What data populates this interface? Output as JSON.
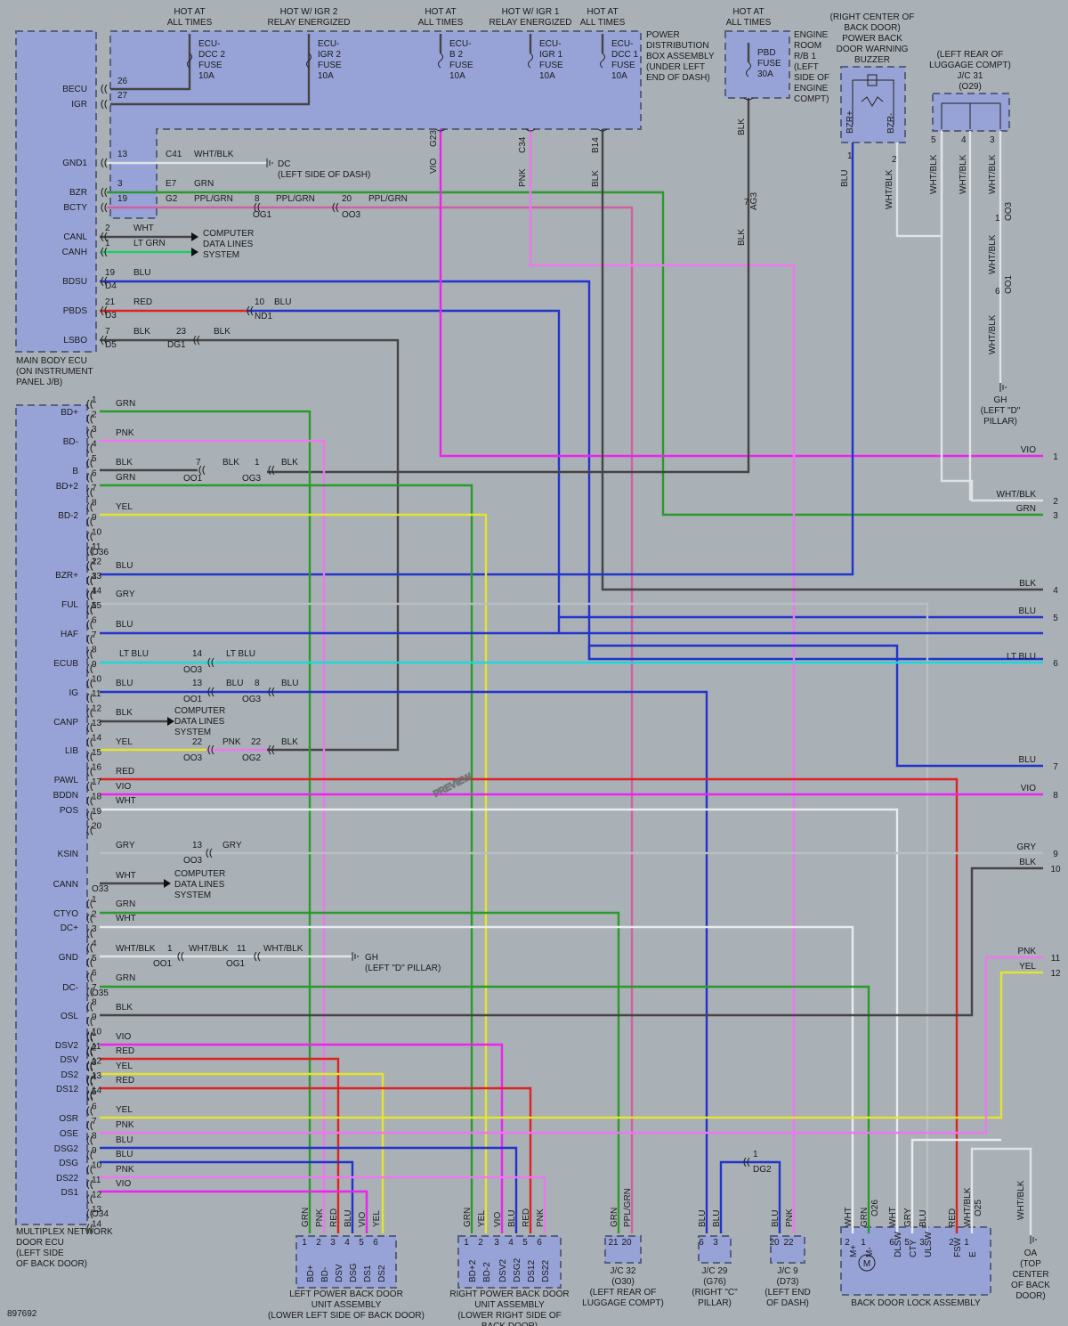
{
  "colors": {
    "GRN": "#2a9a2a",
    "PNK": "#ee77ee",
    "BLK": "#444444",
    "YEL": "#e4e430",
    "BLU": "#1c3ed4",
    "GRY": "#b9bec2",
    "LT BLU": "#1ed8d8",
    "RED": "#dd2222",
    "VIO": "#ee22ee",
    "WHT": "#e8ecee",
    "WHT/BLK": "#dfe3e6",
    "PPL/GRN": "#d060a0",
    "LT GRN": "#22cc66",
    "BLU-DARK": "#2233cc"
  },
  "power_headers": [
    {
      "line1": "HOT AT",
      "line2": "ALL TIMES"
    },
    {
      "line1": "HOT W/ IGR 2",
      "line2": "RELAY ENERGIZED"
    },
    {
      "line1": "HOT AT",
      "line2": "ALL TIMES"
    },
    {
      "line1": "HOT W/ IGR 1",
      "line2": "RELAY ENERGIZED"
    },
    {
      "line1": "HOT AT",
      "line2": "ALL TIMES"
    },
    {
      "line1": "HOT AT",
      "line2": "ALL TIMES"
    }
  ],
  "fuses": [
    {
      "lines": [
        "ECU-",
        "DCC 2",
        "FUSE",
        "10A"
      ]
    },
    {
      "lines": [
        "ECU-",
        "IGR 2",
        "FUSE",
        "10A"
      ]
    },
    {
      "lines": [
        "ECU-",
        "B 2",
        "FUSE",
        "10A"
      ]
    },
    {
      "lines": [
        "ECU-",
        "IGR 1",
        "FUSE",
        "10A"
      ]
    },
    {
      "lines": [
        "ECU-",
        "DCC 1",
        "FUSE",
        "10A"
      ]
    },
    {
      "lines": [
        "PBD",
        "FUSE",
        "30A"
      ]
    }
  ],
  "pdb_label": [
    "POWER",
    "DISTRIBUTION",
    "BOX ASSEMBLY",
    "(UNDER LEFT",
    "END OF DASH)"
  ],
  "engine_room_label": [
    "ENGINE",
    "ROOM",
    "R/B 1",
    "(LEFT",
    "SIDE OF",
    "ENGINE",
    "COMPT)"
  ],
  "buzzer_label": [
    "(RIGHT CENTER OF",
    "BACK DOOR)",
    "POWER BACK",
    "DOOR WARNING",
    "BUZZER"
  ],
  "jc31_label": [
    "(LEFT REAR OF",
    "LUGGAGE COMPT)",
    "J/C 31",
    "(O29)"
  ],
  "gh_label": [
    "GH",
    "(LEFT \"D\"",
    "PILLAR)"
  ],
  "main_ecu_label": [
    "MAIN BODY ECU",
    "(ON INSTRUMENT",
    "PANEL J/B)"
  ],
  "main_ecu_pins": [
    "BECU",
    "IGR",
    "GND1",
    "BZR",
    "BCTY",
    "CANL",
    "CANH",
    "BDSU",
    "PBDS",
    "LSBO"
  ],
  "mpx_label": [
    "MULTIPLEX NETWORK",
    "DOOR ECU",
    "(LEFT SIDE",
    "OF BACK DOOR)"
  ],
  "mpx_pins": [
    "BD+",
    "BD-",
    "B",
    "BD+2",
    "BD-2",
    "BZR+",
    "FUL",
    "HAF",
    "ECUB",
    "IG",
    "CANP",
    "LIB",
    "PAWL",
    "BDDN",
    "POS",
    "KSIN",
    "CANN",
    "CTYO",
    "DC+",
    "GND",
    "DC-",
    "OSL",
    "DSV2",
    "DSV",
    "DS2",
    "DS12",
    "OSR",
    "OSE",
    "DSG2",
    "DSG",
    "DS22",
    "DS1"
  ],
  "texts": {
    "pwr_label_top": "HOT AT",
    "c41": "C41",
    "wht_blk": "WHT/BLK",
    "dc": "DC",
    "dc_loc": "(LEFT SIDE OF DASH)",
    "e7": "E7",
    "grn": "GRN",
    "g2": "G2",
    "ppl_grn": "PPL/GRN",
    "og1": "OG1",
    "oo3": "OO3",
    "wht": "WHT",
    "lt_grn": "LT GRN",
    "cdls1": "COMPUTER",
    "cdls2": "DATA LINES",
    "cdls3": "SYSTEM",
    "blu": "BLU",
    "d4": "D4",
    "red": "RED",
    "d3": "D3",
    "nd1": "ND1",
    "blk": "BLK",
    "d5": "D5",
    "dg1": "DG1",
    "pnk": "PNK",
    "oo1": "OO1",
    "og3": "OG3",
    "yel": "YEL",
    "o36": "O36",
    "gry": "GRY",
    "lt_blu": "LT BLU",
    "og2": "OG2",
    "vio": "VIO",
    "o33": "O33",
    "gh": "GH",
    "gh_loc": "(LEFT \"D\" PILLAR)",
    "o35": "O35",
    "o34": "O34",
    "g23": "G23",
    "c34": "C34",
    "b14": "B14",
    "ag3": "AG3",
    "bzr_p": "BZR+",
    "bzr_m": "BZR-",
    "o03": "OO3",
    "o01": "OO1",
    "dg2": "DG2",
    "o26": "O26",
    "o25": "O25",
    "doc_id": "897692",
    "watermark": "PREVIEW"
  },
  "right_outputs": [
    {
      "num": "1",
      "label": "VIO"
    },
    {
      "num": "2",
      "label": "WHT/BLK"
    },
    {
      "num": "3",
      "label": "GRN"
    },
    {
      "num": "4",
      "label": "BLK"
    },
    {
      "num": "5",
      "label": "BLU"
    },
    {
      "num": "6",
      "label": "LT BLU"
    },
    {
      "num": "7",
      "label": "BLU"
    },
    {
      "num": "8",
      "label": "VIO"
    },
    {
      "num": "9",
      "label": "GRY"
    },
    {
      "num": "10",
      "label": "BLK"
    },
    {
      "num": "11",
      "label": "PNK"
    },
    {
      "num": "12",
      "label": "YEL"
    }
  ],
  "bottom_components": [
    {
      "pins": [
        "BD+",
        "BD-",
        "DSV",
        "DSG",
        "DS1",
        "DS2"
      ],
      "nums": [
        "1",
        "2",
        "3",
        "4",
        "5",
        "6"
      ],
      "wires": [
        "GRN",
        "PNK",
        "RED",
        "BLU",
        "VIO",
        "YEL"
      ],
      "label": [
        "LEFT POWER BACK DOOR",
        "UNIT ASSEMBLY",
        "(LOWER LEFT SIDE OF BACK DOOR)"
      ]
    },
    {
      "pins": [
        "BD+2",
        "BD-2",
        "DSV2",
        "DSG2",
        "DS12",
        "DS22"
      ],
      "nums": [
        "1",
        "2",
        "3",
        "4",
        "5",
        "6"
      ],
      "wires": [
        "GRN",
        "YEL",
        "VIO",
        "BLU",
        "RED",
        "PNK"
      ],
      "label": [
        "RIGHT POWER BACK DOOR",
        "UNIT ASSEMBLY",
        "(LOWER RIGHT SIDE OF",
        "BACK DOOR)"
      ]
    },
    {
      "pins": [],
      "nums": [
        "21",
        "20"
      ],
      "wires": [
        "GRN",
        "PPL/GRN"
      ],
      "label": [
        "J/C 32",
        "(O30)",
        "(LEFT REAR OF",
        "LUGGAGE COMPT)"
      ]
    },
    {
      "pins": [],
      "nums": [
        "6",
        "3"
      ],
      "wires": [
        "BLU",
        "BLU"
      ],
      "label": [
        "J/C 29",
        "(G76)",
        "(RIGHT \"C\"",
        "PILLAR)"
      ]
    },
    {
      "pins": [],
      "nums": [
        "20",
        "22"
      ],
      "wires": [
        "BLU",
        "PNK"
      ],
      "label": [
        "J/C 9",
        "(D73)",
        "(LEFT END",
        "OF DASH)"
      ]
    },
    {
      "pins": [
        "M+",
        "M-",
        "DLSW",
        "CTY",
        "ULSW",
        "FSW",
        "E"
      ],
      "nums": [
        "2",
        "1",
        "6",
        "5",
        "3",
        "2",
        "1"
      ],
      "wires": [
        "WHT",
        "GRN",
        "WHT",
        "GRY",
        "BLU",
        "RED",
        "WHT/BLK"
      ],
      "label": [
        "BACK DOOR LOCK ASSEMBLY"
      ]
    }
  ],
  "oa_label": [
    "OA",
    "(TOP",
    "CENTER",
    "OF BACK",
    "DOOR)"
  ]
}
